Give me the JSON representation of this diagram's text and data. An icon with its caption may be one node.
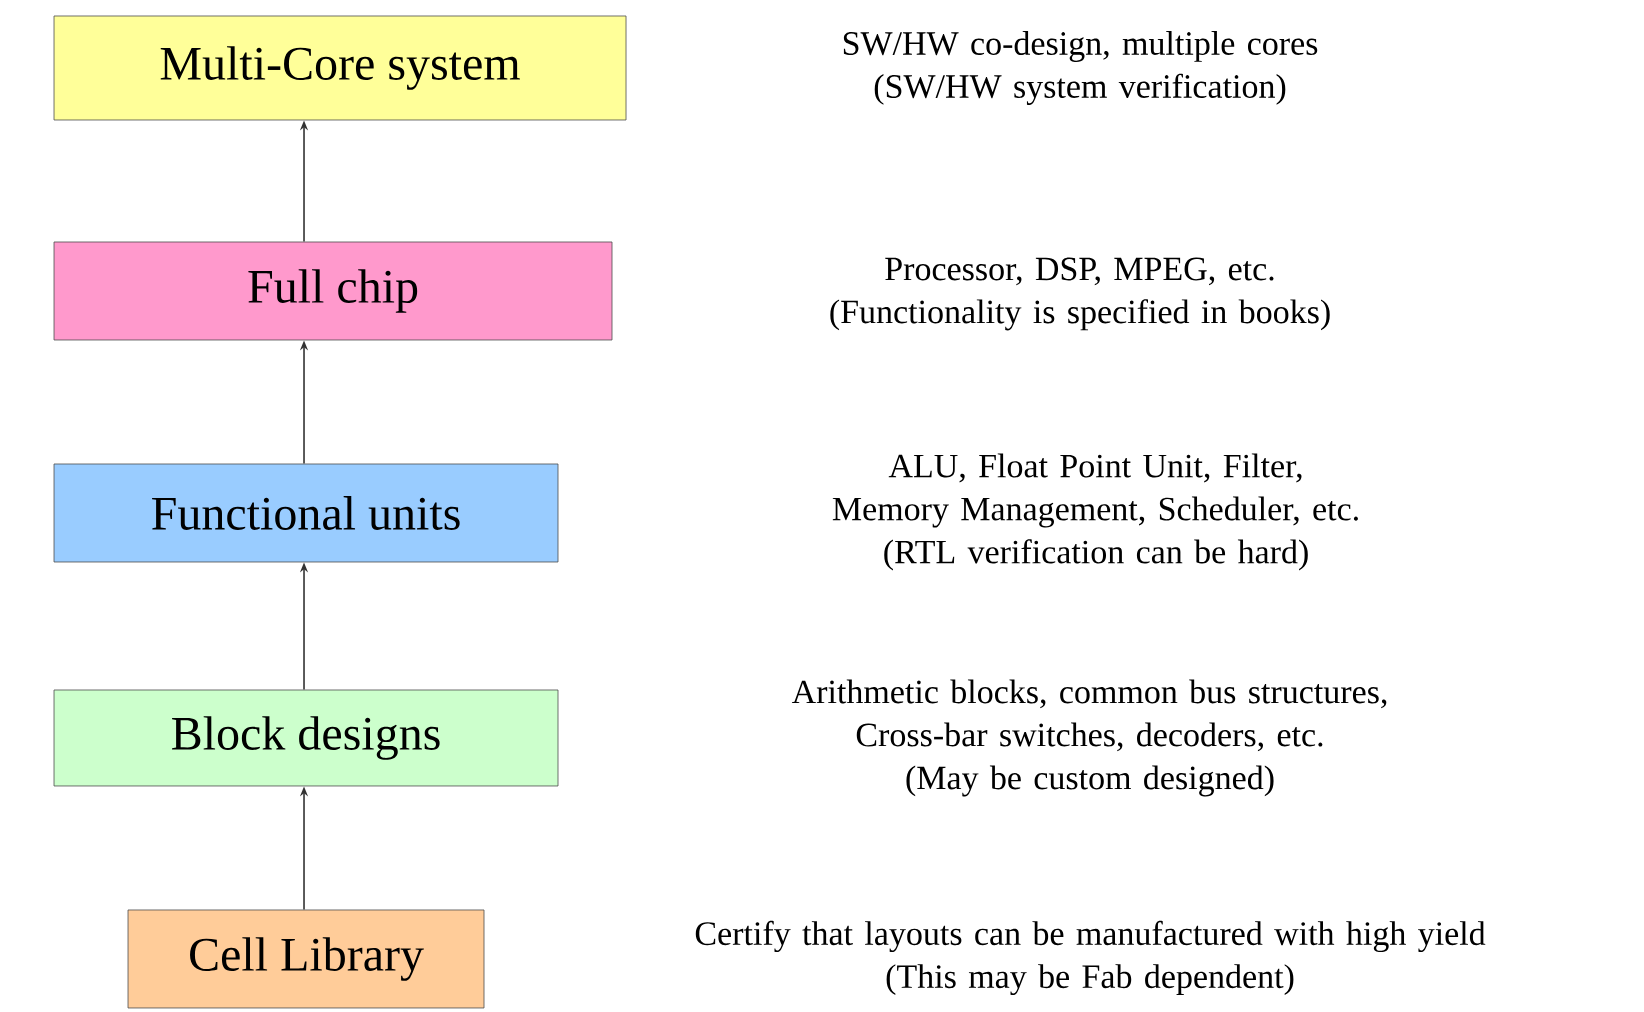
{
  "diagram": {
    "nodes": [
      {
        "text": [
          "Multi-Core system"
        ],
        "beside": [
          "SW/HW co-design, multiple cores",
          "(SW/HW system verification)"
        ]
      },
      {
        "text": [
          "Full chip"
        ],
        "beside": [
          "Processor, DSP, MPEG, etc.",
          "(Functionality is specified in books)"
        ]
      },
      {
        "text": [
          "Functional units"
        ],
        "beside": [
          "ALU, Float Point Unit, Filter, Memory Management, Scheduler, etc.",
          "(RTL verification can be hard)"
        ]
      },
      {
        "text": [
          "Block designs"
        ],
        "beside": [
          "Arithmetic blocks, common bus structures, Cross-bar switches, decoders, etc.",
          "(May be custom designed)"
        ]
      },
      {
        "text": [
          "Cell Library"
        ],
        "beside": [
          "Certify that layouts can be manufactured with high yield",
          "(This may be Fab dependent)"
        ]
      }
    ],
    "edges": [
      {
        "from": 1,
        "to": 0,
        "arrow": "to"
      },
      {
        "from": 2,
        "to": 1,
        "arrow": "to"
      },
      {
        "from": 3,
        "to": 2,
        "arrow": "to"
      },
      {
        "from": 4,
        "to": 3,
        "arrow": "to"
      }
    ]
  }
}
